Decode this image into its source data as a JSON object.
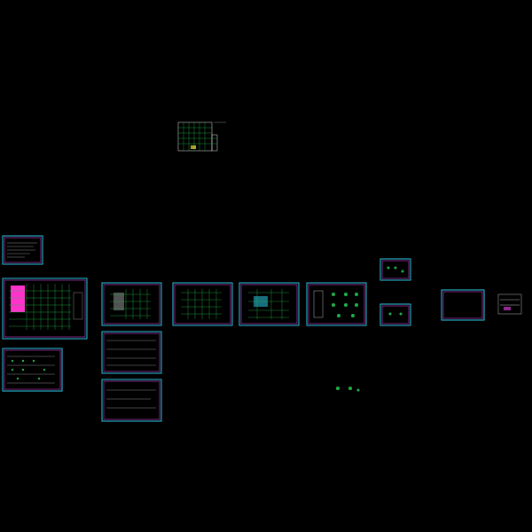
{
  "drawing": {
    "background": "#000000",
    "frame_color": "#29c9e6",
    "inner_color": "#d13cd1",
    "grid_color": "#1fb54a",
    "accent_color": "#ff33cc",
    "note_color": "#f2e23a",
    "sheets": [
      {
        "id": "s-top-plan"
      },
      {
        "id": "s-left-small"
      },
      {
        "id": "s-main-plan"
      },
      {
        "id": "s-left-details"
      },
      {
        "id": "s-plan-2"
      },
      {
        "id": "s-beam-a"
      },
      {
        "id": "s-beam-b"
      },
      {
        "id": "s-plan-3"
      },
      {
        "id": "s-plan-4"
      },
      {
        "id": "s-details"
      },
      {
        "id": "s-small-top"
      },
      {
        "id": "s-small-bot"
      },
      {
        "id": "s-empty"
      },
      {
        "id": "s-right-block"
      }
    ]
  }
}
